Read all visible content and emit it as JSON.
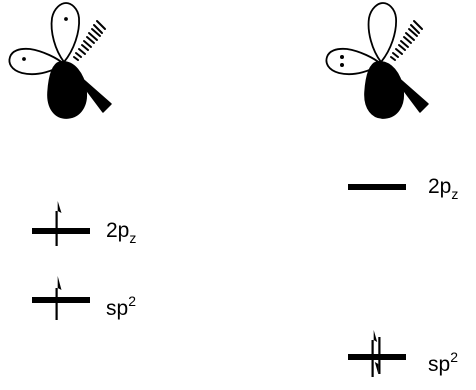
{
  "left_state": {
    "levels": [
      {
        "base": "2p",
        "script": "z",
        "script_type": "sub",
        "electrons": "up"
      },
      {
        "base": "sp",
        "script": "2",
        "script_type": "sup",
        "electrons": "up"
      }
    ],
    "orbital_icon": "sp2-orbitals-single-electron-each"
  },
  "right_state": {
    "levels": [
      {
        "base": "2p",
        "script": "z",
        "script_type": "sub",
        "electrons": "none"
      },
      {
        "base": "sp",
        "script": "2",
        "script_type": "sup",
        "electrons": "paired"
      }
    ],
    "orbital_icon": "sp2-orbitals-lone-pair"
  },
  "colors": {
    "ink": "#000000",
    "background": "#ffffff"
  }
}
